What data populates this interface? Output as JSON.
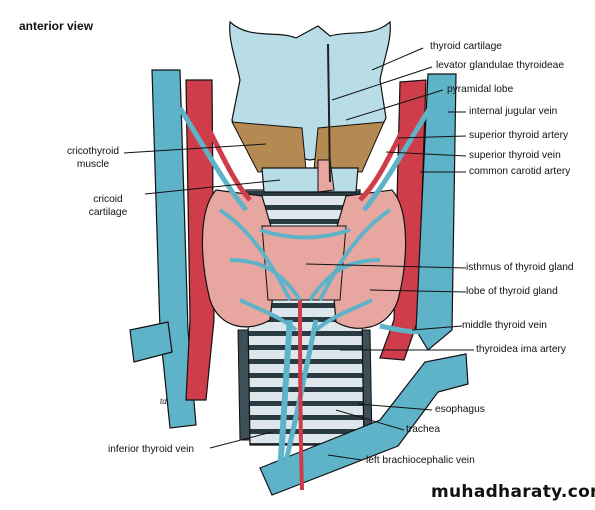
{
  "view_title": "anterior view",
  "labels": {
    "thyroid_cartilage": "thyroid cartilage",
    "levator_glandulae": "levator glandulae thyroideae",
    "pyramidal_lobe": "pyramidal lobe",
    "internal_jugular_vein": "internal jugular vein",
    "superior_thyroid_artery": "superior thyroid artery",
    "superior_thyroid_vein": "superior thyroid vein",
    "common_carotid_artery": "common carotid artery",
    "cricothyroid_muscle_1": "cricothyroid",
    "cricothyroid_muscle_2": "muscle",
    "cricoid_cartilage_1": "cricoid",
    "cricoid_cartilage_2": "cartilage",
    "isthmus": "isthmus of thyroid gland",
    "lobe": "lobe of thyroid gland",
    "middle_thyroid_vein": "middle thyroid vein",
    "thyroidea_ima_artery": "thyroidea ima artery",
    "esophagus": "esophagus",
    "trachea": "trachea",
    "inferior_thyroid_vein": "inferior thyroid vein",
    "left_brachiocephalic_vein": "left brachiocephalic vein"
  },
  "artist_signature": "td",
  "watermark": "muhadharaty.com",
  "colors": {
    "vein": "#5fb3c8",
    "artery": "#cf3d4a",
    "cartilage": "#b9dde6",
    "muscle": "#b58a52",
    "gland": "#e8a6a0",
    "trachea_ring": "#dde6ea"
  }
}
